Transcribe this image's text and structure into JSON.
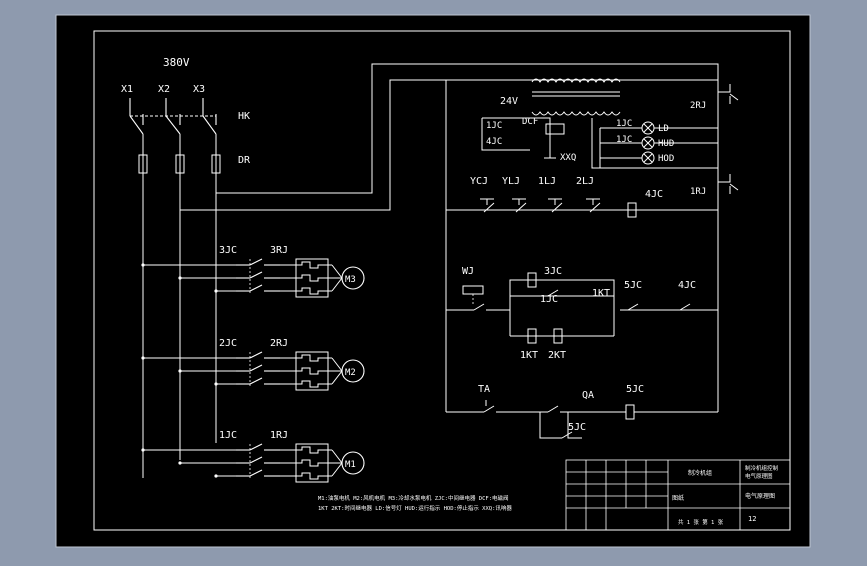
{
  "colors": {
    "outer_bg": "#8e9aae",
    "sheet": "#000000",
    "line": "#ffffff",
    "frame_border": "#bfc6d2"
  },
  "supply": {
    "voltage": "380V",
    "phase_labels": [
      "X1",
      "X2",
      "X3"
    ],
    "switch_label": "HK",
    "fuse_label": "DR"
  },
  "motors": [
    {
      "name": "M3",
      "contactor": "3JC",
      "relay": "3RJ"
    },
    {
      "name": "M2",
      "contactor": "2JC",
      "relay": "2RJ"
    },
    {
      "name": "M1",
      "contactor": "1JC",
      "relay": "1RJ"
    }
  ],
  "control": {
    "transformer_voltage": "24V",
    "dcf": "DCF",
    "xxq": "XXQ",
    "contacts_left": [
      "1JC",
      "4JC"
    ],
    "contacts_right": [
      "1JC",
      "1JC"
    ],
    "lamps": [
      "LD",
      "HUD",
      "HOD"
    ],
    "side_relays": [
      "2RJ",
      "1RJ"
    ],
    "row1_contacts": [
      "YCJ",
      "YLJ",
      "1LJ",
      "2LJ"
    ],
    "row1_coil": "4JC",
    "row2": {
      "wj": "WJ",
      "coil_top": "3JC",
      "contact_mid": "1JC",
      "timer": "1KT",
      "contact_5jc": "5JC",
      "contact_4jc": "4JC",
      "coil_1kt": "1KT",
      "coil_2kt": "2KT"
    },
    "row3": {
      "ta": "TA",
      "qa": "QA",
      "coil": "5JC",
      "holding": "5JC"
    }
  },
  "notes": [
    "M1:油泵电机 M2:风机电机 M3:冷却水泵电机 ZJC:中间继电器 DCF:电磁阀",
    "1KT 2KT:时间继电器 LD:信号灯 HUD:运行指示 HOD:停止指示 XXQ:讯响器"
  ],
  "title_block": {
    "left_title": "制冷机组",
    "right_title": "制冷机组控制",
    "right_sub": "电气原理图",
    "drawing_no": "电气原理图",
    "sheet": "12",
    "mid_label": "图纸",
    "bottom_note": "共 1 张 第 1 张"
  }
}
